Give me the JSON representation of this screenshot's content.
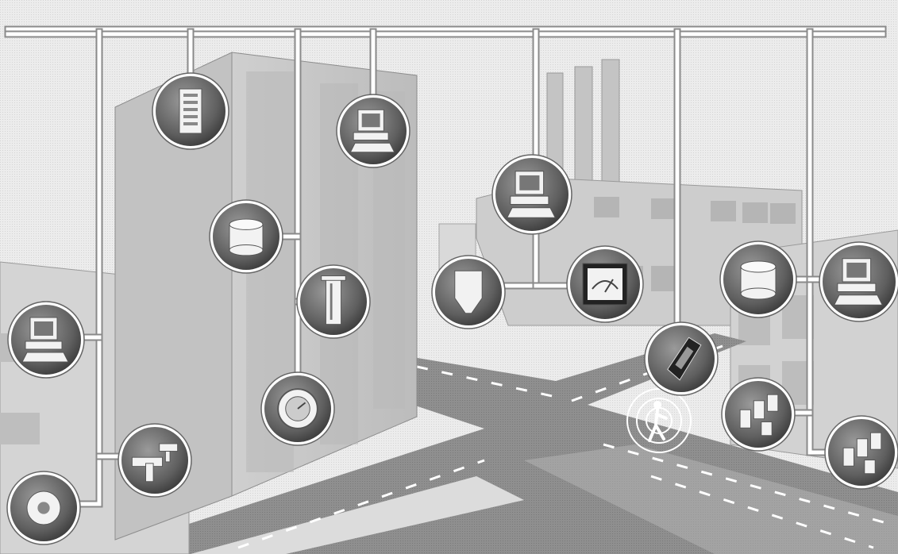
{
  "title": "",
  "colors": {
    "background": "#e9e9e9",
    "building_light": "#d2d2d2",
    "building_mid": "#bdbdbd",
    "building_dark": "#9d9d9d",
    "road": "#8f8f8f",
    "road_marking": "#ffffff",
    "pipe": "#ffffff",
    "pipe_outline": "#8a8a8a",
    "node_fill": "#6e6e6e",
    "node_ring": "#ffffff",
    "icon": "#f2f2f2"
  },
  "network": {
    "backbone": "network-backbone",
    "nodes": [
      {
        "icon": "server-tower-icon"
      },
      {
        "icon": "workstation-icon"
      },
      {
        "icon": "database-cylinder-icon"
      },
      {
        "icon": "pressure-gauge-icon"
      },
      {
        "icon": "valve-gauge-icon"
      },
      {
        "icon": "workstation-icon"
      },
      {
        "icon": "workstation-icon"
      },
      {
        "icon": "pipe-valve-icon"
      },
      {
        "icon": "pump-icon"
      },
      {
        "icon": "silo-tank-icon"
      },
      {
        "icon": "panel-meter-icon"
      },
      {
        "icon": "workstation-icon"
      },
      {
        "icon": "database-cylinder-icon"
      },
      {
        "icon": "handheld-device-icon"
      },
      {
        "icon": "mobile-devices-icon"
      },
      {
        "icon": "mobile-devices-icon"
      }
    ]
  },
  "scene_elements": [
    "office-tower",
    "factory-with-smokestacks",
    "small-building-left",
    "building-right",
    "crossroads",
    "walking-person-with-signal"
  ]
}
